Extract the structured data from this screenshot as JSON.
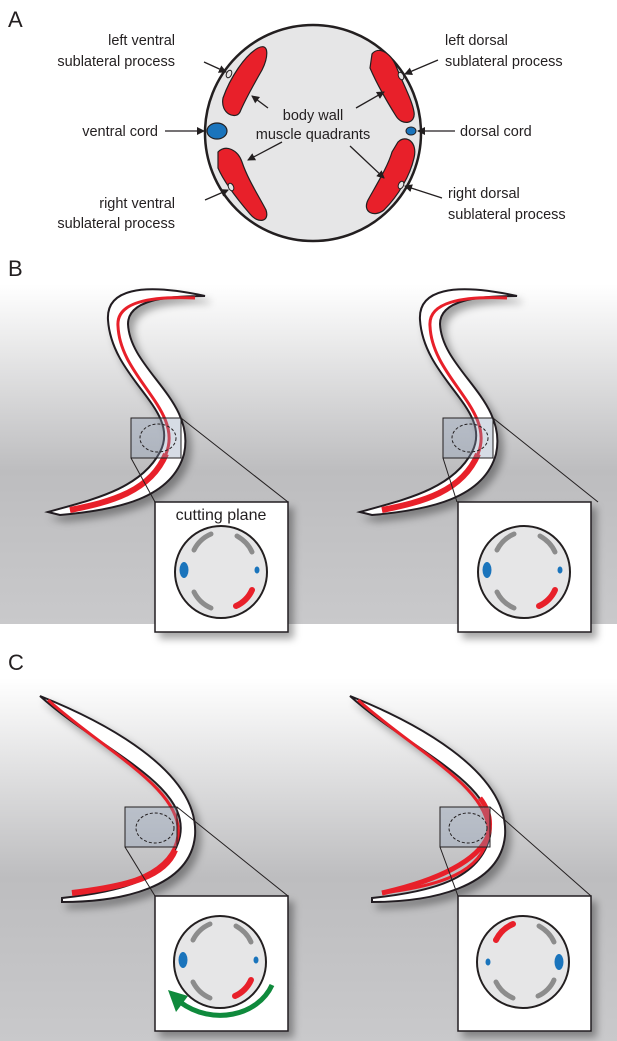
{
  "panels": {
    "a": {
      "letter": "A",
      "labels": {
        "left_ventral_1": "left ventral",
        "left_ventral_2": "sublateral process",
        "left_dorsal_1": "left dorsal",
        "left_dorsal_2": "sublateral process",
        "ventral_cord": "ventral cord",
        "dorsal_cord": "dorsal cord",
        "body_wall_1": "body wall",
        "body_wall_2": "muscle quadrants",
        "right_ventral_1": "right ventral",
        "right_ventral_2": "sublateral process",
        "right_dorsal_1": "right dorsal",
        "right_dorsal_2": "sublateral process"
      }
    },
    "b": {
      "letter": "B",
      "inset_label": "cutting plane"
    },
    "c": {
      "letter": "C"
    }
  },
  "colors": {
    "muscle": "#e8202a",
    "cord": "#1a74bc",
    "body": "#e6e6e7",
    "outline": "#231f20",
    "gray_bar": "#8c8c8c",
    "arrow_green": "#0f8a3c",
    "background_gradient_dark": "#b8b8ba"
  }
}
